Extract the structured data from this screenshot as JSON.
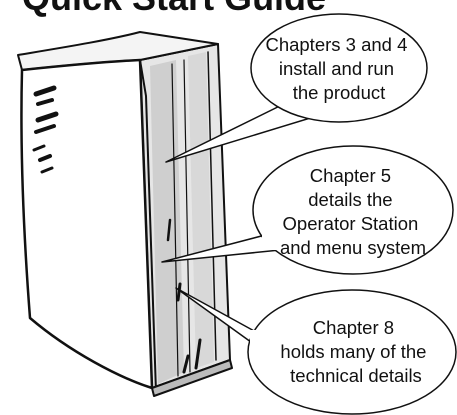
{
  "title": "Quick Start Guide",
  "callouts": [
    {
      "lines": [
        "Chapters 3 and 4",
        "install and run",
        "the product"
      ]
    },
    {
      "lines": [
        "Chapter 5",
        "details the",
        "Operator Station",
        "and menu system"
      ]
    },
    {
      "lines": [
        "Chapter 8",
        "holds many of the",
        "technical details"
      ]
    }
  ],
  "colors": {
    "ink": "#111111",
    "book_shade": "#cfcfcf",
    "page_edge": "#e6e6e6",
    "background": "#ffffff"
  }
}
